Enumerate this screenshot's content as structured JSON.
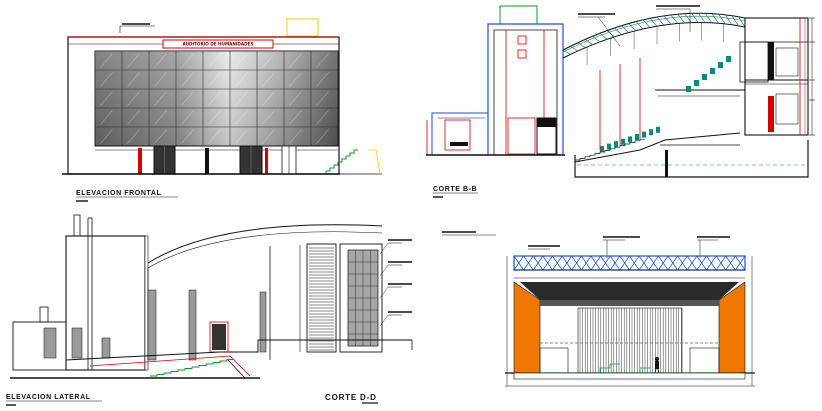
{
  "drawing": {
    "views": [
      {
        "id": "front-elevation",
        "title": "ELEVACION  FRONTAL"
      },
      {
        "id": "section-bb",
        "title": "CORTE B-B"
      },
      {
        "id": "side-elevation",
        "title": "ELEVACION LATERAL"
      },
      {
        "id": "section-dd",
        "title": "CORTE D-D"
      }
    ],
    "front_sign": "AUDITORIO DE HUMANIDADES"
  },
  "colors": {
    "line": "#111111",
    "red": "#d40000",
    "blue": "#1a4fd6",
    "green": "#0a9a2a",
    "yellow": "#e6d400",
    "orange": "#f07800",
    "teal": "#0a8a7a"
  }
}
